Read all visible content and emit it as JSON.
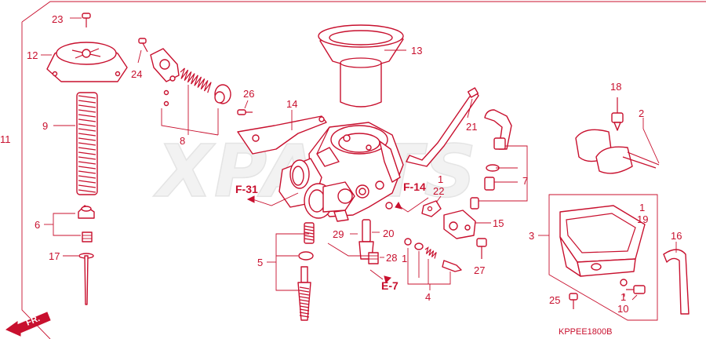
{
  "diagram": {
    "code": "KPPEE1800B",
    "watermark": "XPARTS",
    "front_marker": "FR.",
    "colors": {
      "line": "#c8102e",
      "background": "#ffffff"
    },
    "refs": {
      "f31": "F-31",
      "f14": "F-14",
      "e7": "E-7"
    },
    "labels": {
      "l1a": "1",
      "l1b": "1",
      "l1c": "1",
      "l1d": "1",
      "l2": "2",
      "l3": "3",
      "l4": "4",
      "l5": "5",
      "l6": "6",
      "l7": "7",
      "l8": "8",
      "l9": "9",
      "l10": "10",
      "l11": "11",
      "l12": "12",
      "l13": "13",
      "l14": "14",
      "l15": "15",
      "l16": "16",
      "l17": "17",
      "l18": "18",
      "l19": "19",
      "l20": "20",
      "l21": "21",
      "l22": "22",
      "l23": "23",
      "l24": "24",
      "l25": "25",
      "l26": "26",
      "l27": "27",
      "l28": "28",
      "l29": "29"
    }
  }
}
